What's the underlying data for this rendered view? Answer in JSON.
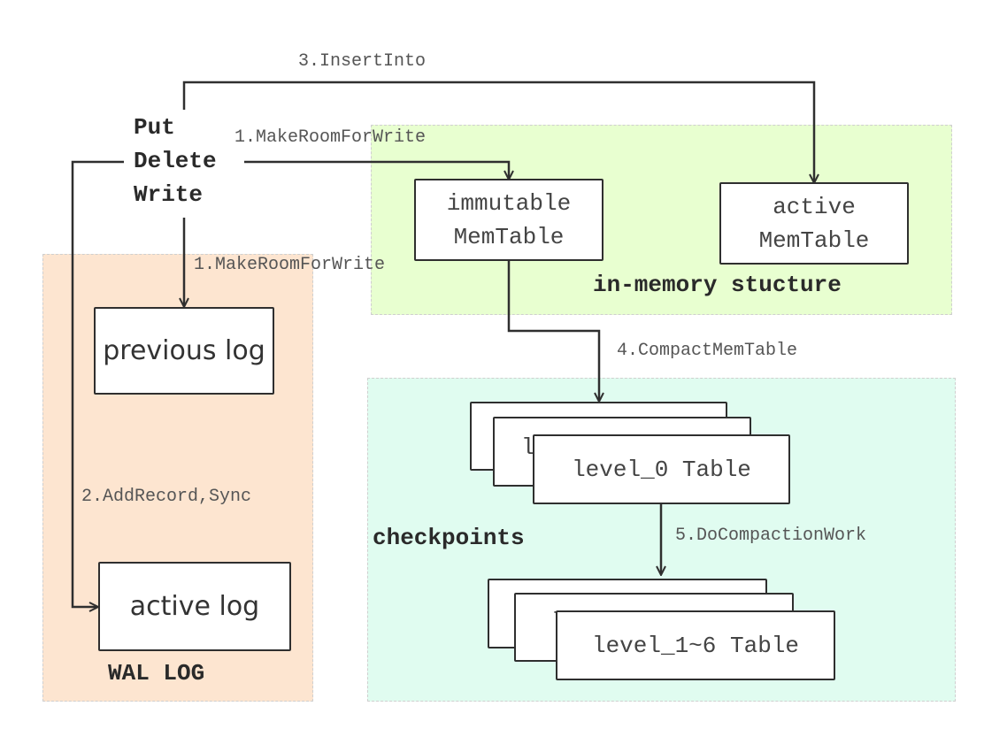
{
  "colors": {
    "wal_region": "#fde5d0",
    "memory_region": "#e8ffd0",
    "checkpoints_region": "#e0fcf0",
    "line": "#2f2f2f",
    "edge_label": "#555555"
  },
  "operations": [
    "Put",
    "Delete",
    "Write"
  ],
  "nodes": {
    "immutable_memtable": [
      "immutable",
      "MemTable"
    ],
    "active_memtable": [
      "active",
      "MemTable"
    ],
    "previous_log": "previous log",
    "active_log": "active log",
    "level0_table": "level_0 Table",
    "level0_hidden": "l",
    "level16_table": "level_1~6 Table",
    "level16_hidden": "l"
  },
  "regions": {
    "memory": "in-memory stucture",
    "wal": "WAL LOG",
    "checkpoints": "checkpoints"
  },
  "edges": {
    "insert_into": "3.InsertInto",
    "make_room_memtable": "1.MakeRoomForWrite",
    "make_room_log": "1.MakeRoomForWrite",
    "add_record": "2.AddRecord,Sync",
    "compact_memtable": "4.CompactMemTable",
    "do_compaction": "5.DoCompactionWork"
  }
}
